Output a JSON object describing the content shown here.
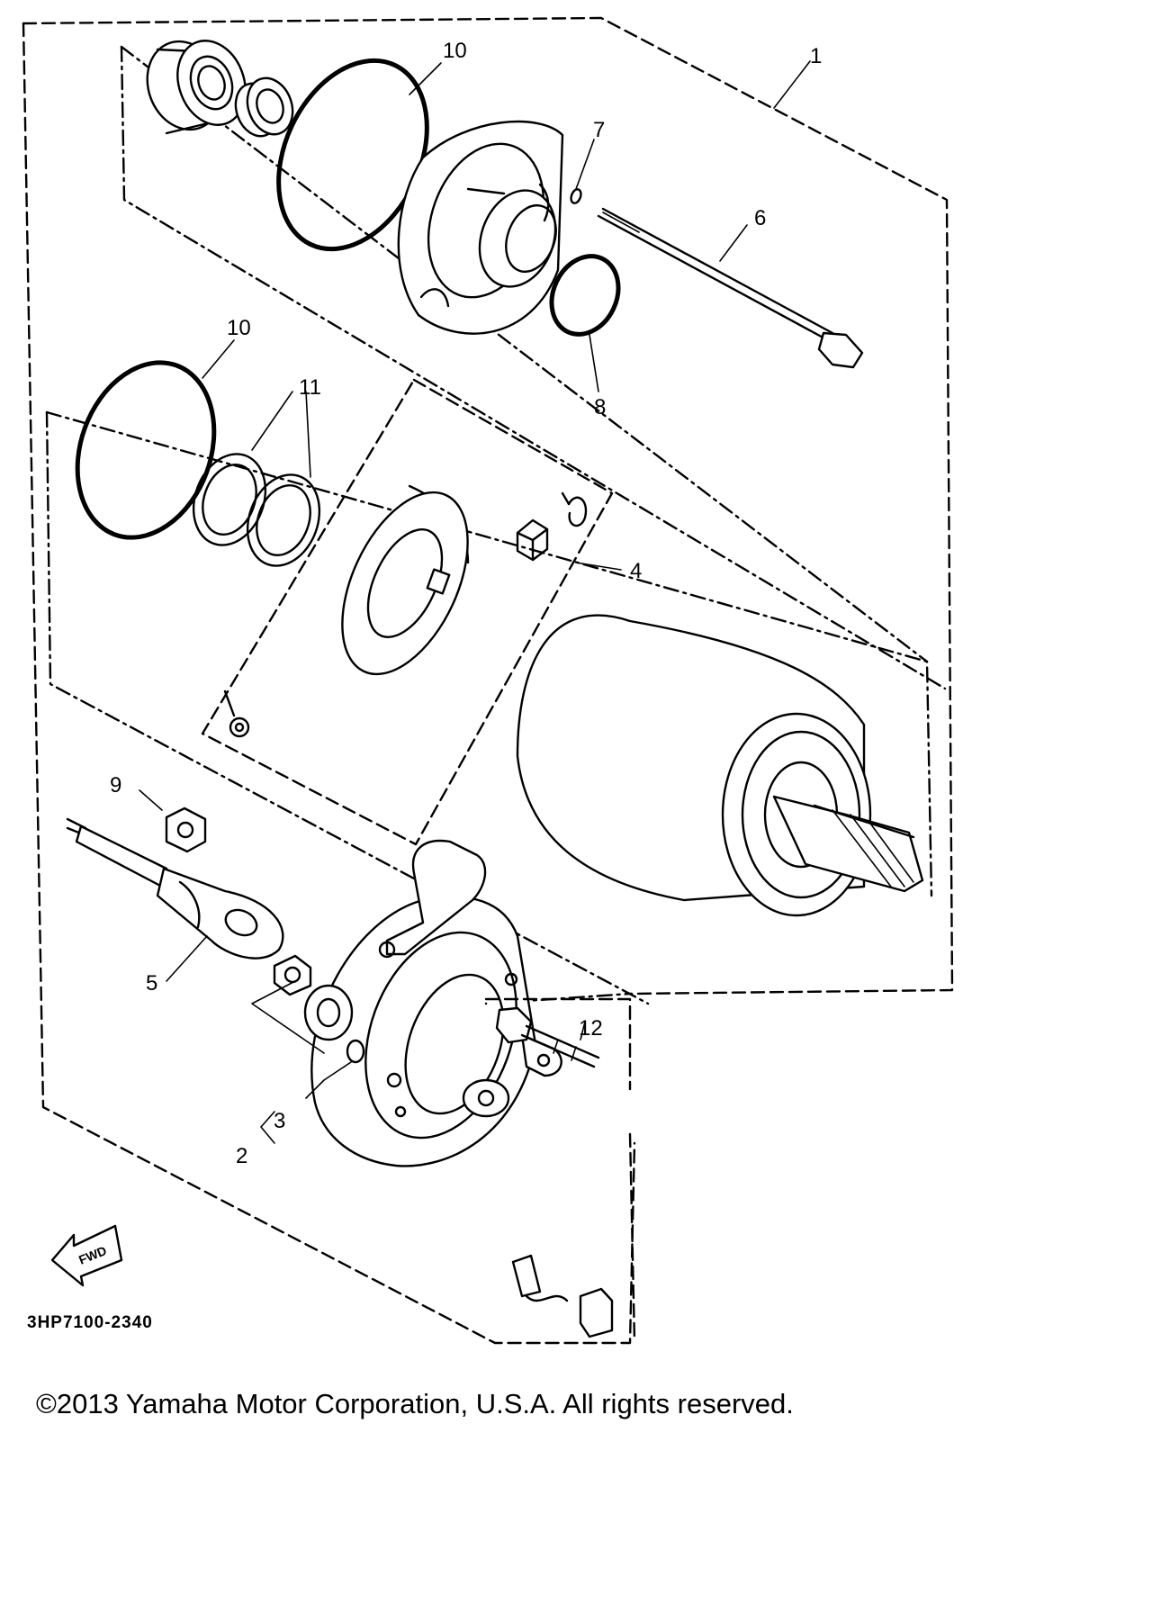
{
  "diagram": {
    "part_code": "3HP7100-2340",
    "fwd_label": "FWD",
    "callouts": [
      "1",
      "2",
      "3",
      "4",
      "5",
      "6",
      "7",
      "8",
      "9",
      "10",
      "10",
      "11",
      "12"
    ]
  },
  "footer": {
    "copyright": "©2013 Yamaha Motor Corporation, U.S.A. All rights reserved."
  }
}
